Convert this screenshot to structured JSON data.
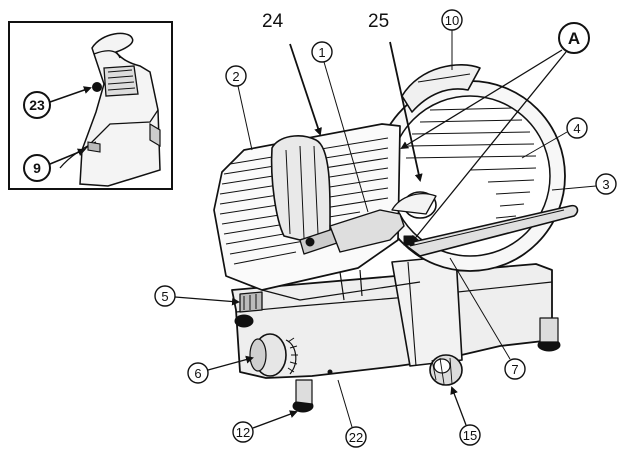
{
  "callouts": {
    "c1": "1",
    "c2": "2",
    "c3": "3",
    "c4": "4",
    "c5": "5",
    "c6": "6",
    "c7": "7",
    "c9": "9",
    "c10": "10",
    "c12": "12",
    "c15": "15",
    "c22": "22",
    "c23": "23",
    "c24": "24",
    "c25": "25",
    "cA": "A"
  }
}
